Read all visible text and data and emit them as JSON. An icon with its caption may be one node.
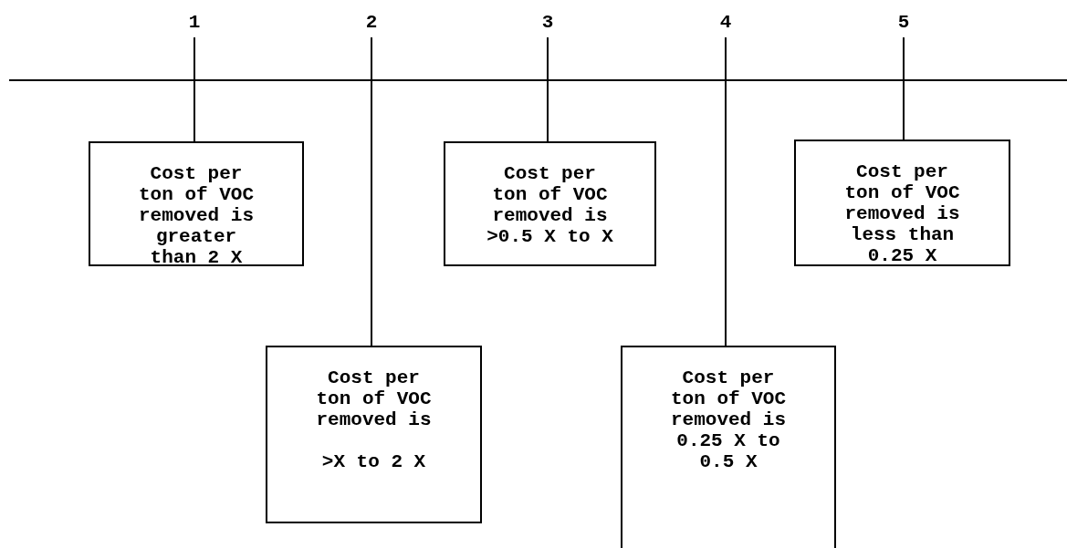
{
  "diagram": {
    "nodes": [
      {
        "text": [
          "1"
        ]
      },
      {
        "text": [
          "2"
        ]
      },
      {
        "text": [
          "3"
        ]
      },
      {
        "text": [
          "4"
        ]
      },
      {
        "text": [
          "5"
        ]
      },
      {
        "text": [
          "Cost per ton of VOC removed is greater than 2 X"
        ]
      },
      {
        "text": [
          "Cost per ton of VOC removed is",
          ">X to 2 X"
        ]
      },
      {
        "text": [
          "Cost per ton of VOC removed is >0.5 X to X"
        ]
      },
      {
        "text": [
          "Cost per ton of VOC removed is 0.25 X to 0.5 X"
        ]
      },
      {
        "text": [
          "Cost per ton of VOC removed is less than 0.25 X"
        ]
      }
    ],
    "edges": [
      {
        "from": 0,
        "to": 5,
        "arrow": "none"
      },
      {
        "from": 1,
        "to": 6,
        "arrow": "none"
      },
      {
        "from": 2,
        "to": 7,
        "arrow": "none"
      },
      {
        "from": 3,
        "to": 8,
        "arrow": "none"
      },
      {
        "from": 4,
        "to": 9,
        "arrow": "none"
      }
    ]
  }
}
